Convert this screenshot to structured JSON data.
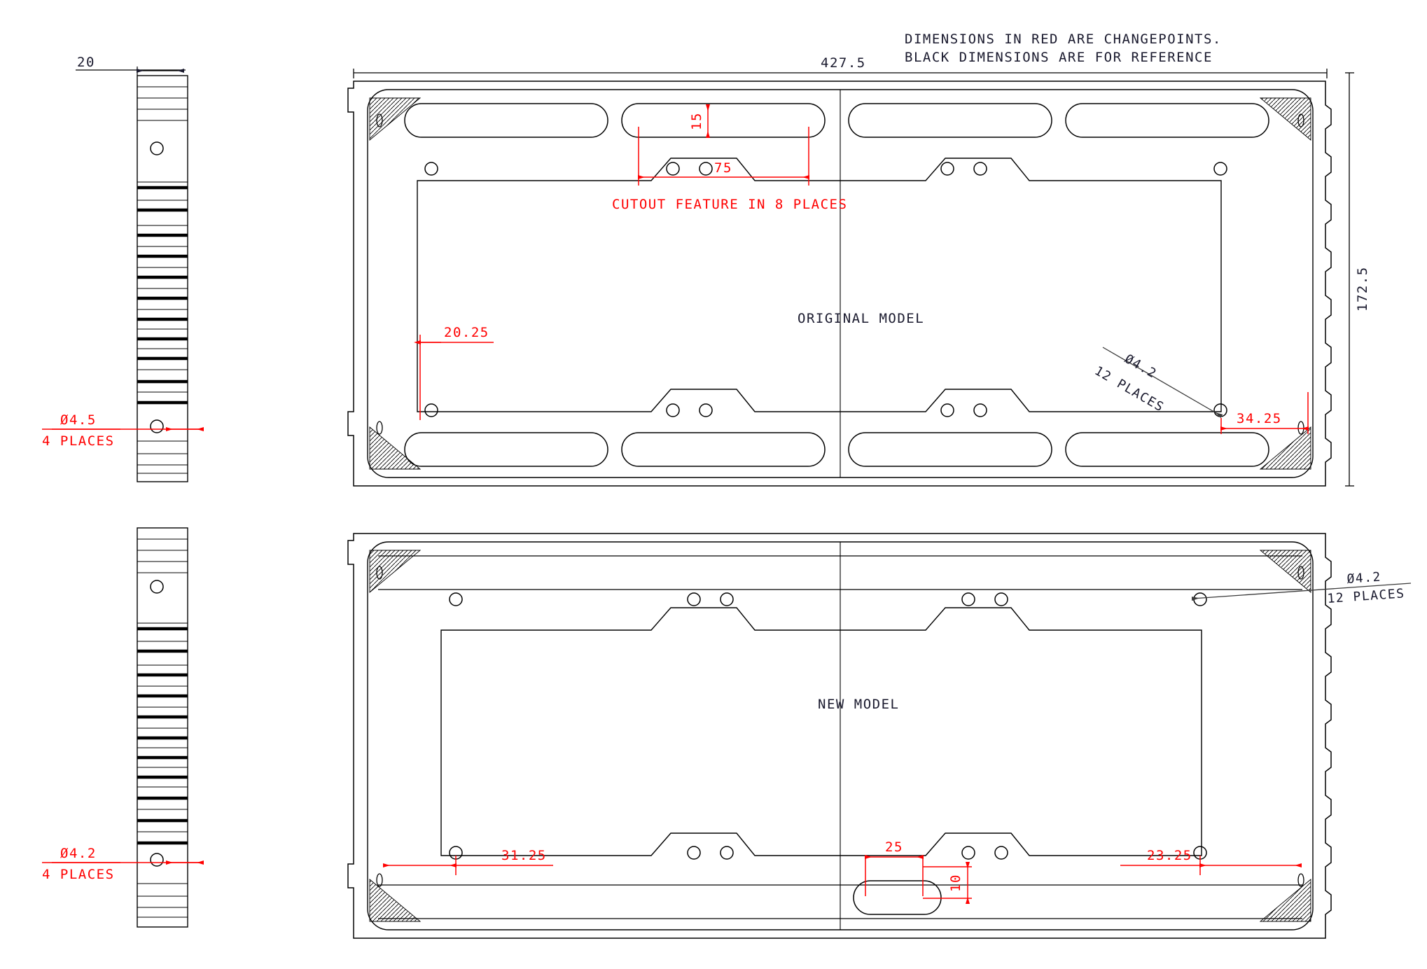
{
  "sheet": {
    "background": "#ffffff",
    "red": "#ff0000",
    "black": "#1a1a2e"
  },
  "notes": {
    "line1": "DIMENSIONS IN RED ARE CHANGEPOINTS.",
    "line2": "BLACK DIMENSIONS ARE FOR REFERENCE"
  },
  "views": {
    "original": {
      "label": "ORIGINAL MODEL",
      "overall_width": "427.5",
      "overall_height": "172.5",
      "dims": {
        "slot_height": "15",
        "slot_width": "75",
        "cutout_note": "CUTOUT FEATURE IN 8 PLACES",
        "left_hole_offset": "20.25",
        "right_hole_offset": "34.25"
      },
      "callout": {
        "diameter": "Ø4.2",
        "places": "12 PLACES"
      }
    },
    "new": {
      "label": "NEW MODEL",
      "dims": {
        "left_hole_offset": "31.25",
        "slot_width": "25",
        "slot_height": "10",
        "right_hole_offset": "23.25"
      },
      "callout": {
        "diameter": "Ø4.2",
        "places": "12 PLACES"
      }
    },
    "side_top": {
      "thickness": "20",
      "callout": {
        "diameter": "Ø4.5",
        "places": "4 PLACES"
      }
    },
    "side_bottom": {
      "callout": {
        "diameter": "Ø4.2",
        "places": "4 PLACES"
      }
    }
  }
}
